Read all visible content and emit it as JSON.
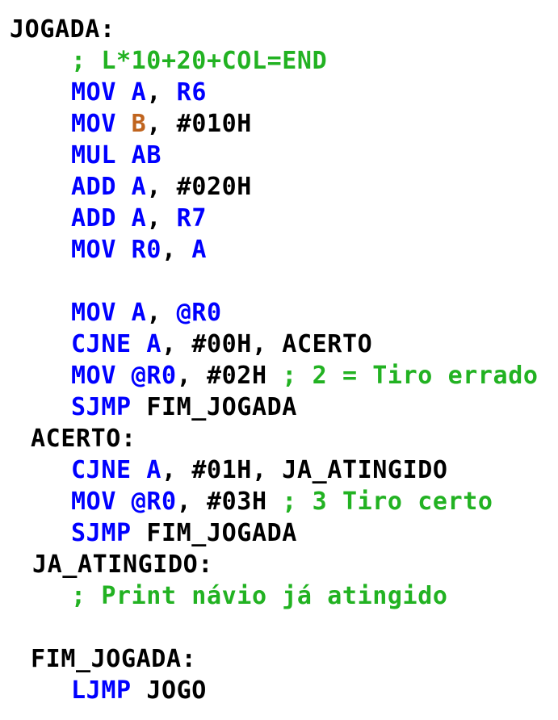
{
  "colors": {
    "keyword": "#0000ff",
    "comment": "#22b222",
    "sfr": "#c0641e",
    "text": "#000000",
    "background": "#ffffff"
  },
  "code": {
    "lines": [
      {
        "indent": 0,
        "tokens": [
          {
            "t": "label",
            "v": "JOGADA:"
          }
        ]
      },
      {
        "indent": 1,
        "tokens": [
          {
            "t": "comment",
            "v": "; L*10+20+COL=END"
          }
        ]
      },
      {
        "indent": 1,
        "tokens": [
          {
            "t": "kw",
            "v": "MOV "
          },
          {
            "t": "reg",
            "v": "A"
          },
          {
            "t": "plain",
            "v": ", "
          },
          {
            "t": "reg",
            "v": "R6"
          }
        ]
      },
      {
        "indent": 1,
        "tokens": [
          {
            "t": "kw",
            "v": "MOV "
          },
          {
            "t": "sfr",
            "v": "B"
          },
          {
            "t": "plain",
            "v": ", "
          },
          {
            "t": "imm",
            "v": "#010H"
          }
        ]
      },
      {
        "indent": 1,
        "tokens": [
          {
            "t": "kw",
            "v": "MUL "
          },
          {
            "t": "reg",
            "v": "AB"
          }
        ]
      },
      {
        "indent": 1,
        "tokens": [
          {
            "t": "kw",
            "v": "ADD "
          },
          {
            "t": "reg",
            "v": "A"
          },
          {
            "t": "plain",
            "v": ", "
          },
          {
            "t": "imm",
            "v": "#020H"
          }
        ]
      },
      {
        "indent": 1,
        "tokens": [
          {
            "t": "kw",
            "v": "ADD "
          },
          {
            "t": "reg",
            "v": "A"
          },
          {
            "t": "plain",
            "v": ", "
          },
          {
            "t": "reg",
            "v": "R7"
          }
        ]
      },
      {
        "indent": 1,
        "tokens": [
          {
            "t": "kw",
            "v": "MOV "
          },
          {
            "t": "reg",
            "v": "R0"
          },
          {
            "t": "plain",
            "v": ", "
          },
          {
            "t": "reg",
            "v": "A"
          }
        ]
      },
      {
        "indent": 0,
        "tokens": []
      },
      {
        "indent": 1,
        "tokens": [
          {
            "t": "kw",
            "v": "MOV "
          },
          {
            "t": "reg",
            "v": "A"
          },
          {
            "t": "plain",
            "v": ", "
          },
          {
            "t": "at",
            "v": "@R0"
          }
        ]
      },
      {
        "indent": 1,
        "tokens": [
          {
            "t": "kw",
            "v": "CJNE "
          },
          {
            "t": "reg",
            "v": "A"
          },
          {
            "t": "plain",
            "v": ", "
          },
          {
            "t": "imm",
            "v": "#00H"
          },
          {
            "t": "plain",
            "v": ", ACERTO"
          }
        ]
      },
      {
        "indent": 1,
        "tokens": [
          {
            "t": "kw",
            "v": "MOV "
          },
          {
            "t": "at",
            "v": "@R0"
          },
          {
            "t": "plain",
            "v": ", "
          },
          {
            "t": "imm",
            "v": "#02H "
          },
          {
            "t": "comment",
            "v": "; 2 = Tiro errado"
          }
        ]
      },
      {
        "indent": 1,
        "tokens": [
          {
            "t": "kw",
            "v": "SJMP "
          },
          {
            "t": "plain",
            "v": "FIM_JOGADA"
          }
        ]
      },
      {
        "indent": 2,
        "tokens": [
          {
            "t": "label",
            "v": "ACERTO:"
          }
        ]
      },
      {
        "indent": 1,
        "tokens": [
          {
            "t": "kw",
            "v": "CJNE "
          },
          {
            "t": "reg",
            "v": "A"
          },
          {
            "t": "plain",
            "v": ", "
          },
          {
            "t": "imm",
            "v": "#01H"
          },
          {
            "t": "plain",
            "v": ", JA_ATINGIDO"
          }
        ]
      },
      {
        "indent": 1,
        "tokens": [
          {
            "t": "kw",
            "v": "MOV "
          },
          {
            "t": "at",
            "v": "@R0"
          },
          {
            "t": "plain",
            "v": ", "
          },
          {
            "t": "imm",
            "v": "#03H "
          },
          {
            "t": "comment",
            "v": "; 3 Tiro certo"
          }
        ]
      },
      {
        "indent": 1,
        "tokens": [
          {
            "t": "kw",
            "v": "SJMP "
          },
          {
            "t": "plain",
            "v": "FIM_JOGADA"
          }
        ]
      },
      {
        "indent": 2,
        "tokens": [
          {
            "t": "label",
            "v": "JA_ATINGIDO:"
          }
        ]
      },
      {
        "indent": 1,
        "tokens": [
          {
            "t": "comment",
            "v": "; Print návio já atingido"
          }
        ]
      },
      {
        "indent": 0,
        "tokens": []
      },
      {
        "indent": 2,
        "tokens": [
          {
            "t": "label",
            "v": "FIM_JOGADA:"
          }
        ]
      },
      {
        "indent": 1,
        "tokens": [
          {
            "t": "kw",
            "v": "LJMP "
          },
          {
            "t": "plain",
            "v": "JOGO"
          }
        ]
      }
    ]
  }
}
